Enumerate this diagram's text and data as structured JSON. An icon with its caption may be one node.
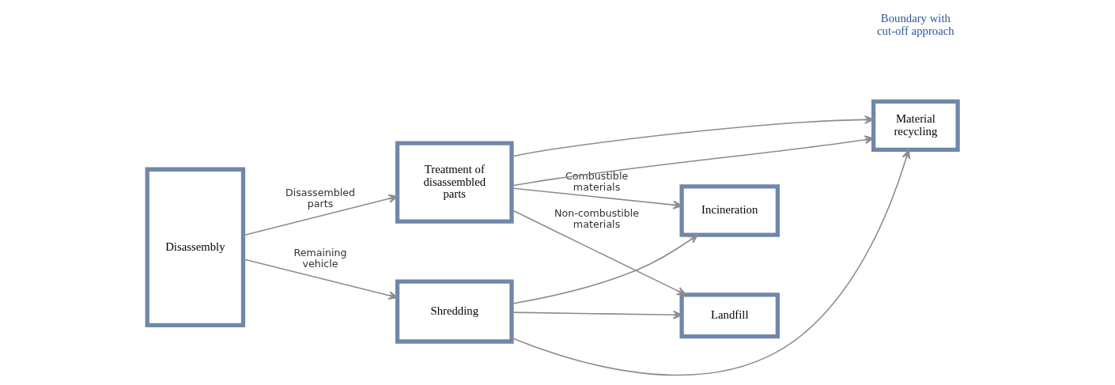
{
  "diagram": {
    "nodes": [
      {
        "text": [
          "Disassembly"
        ]
      },
      {
        "text": [
          "Treatment of disassembled parts"
        ]
      },
      {
        "text": [
          "Shredding"
        ]
      },
      {
        "text": [
          "Incineration"
        ]
      },
      {
        "text": [
          "Landfill"
        ]
      },
      {
        "text": [
          "Material recycling"
        ]
      }
    ],
    "edges": [
      {
        "from": 0,
        "to": 1,
        "arrow": "to",
        "label": "Disassembled parts"
      },
      {
        "from": 0,
        "to": 2,
        "arrow": "to",
        "label": "Remaining vehicle"
      },
      {
        "from": 1,
        "to": 5,
        "arrow": "to"
      },
      {
        "from": 1,
        "to": 5,
        "arrow": "to"
      },
      {
        "from": 2,
        "to": 5,
        "arrow": "to"
      },
      {
        "from": 1,
        "to": 3,
        "arrow": "to",
        "label": "Combustible materials"
      },
      {
        "from": 2,
        "to": 3,
        "arrow": "to"
      },
      {
        "from": 1,
        "to": 4,
        "arrow": "to",
        "label": "Non-combustible materials"
      },
      {
        "from": 2,
        "to": 4,
        "arrow": "to"
      }
    ],
    "labels": [
      "Boundary with cut-off approach"
    ]
  }
}
